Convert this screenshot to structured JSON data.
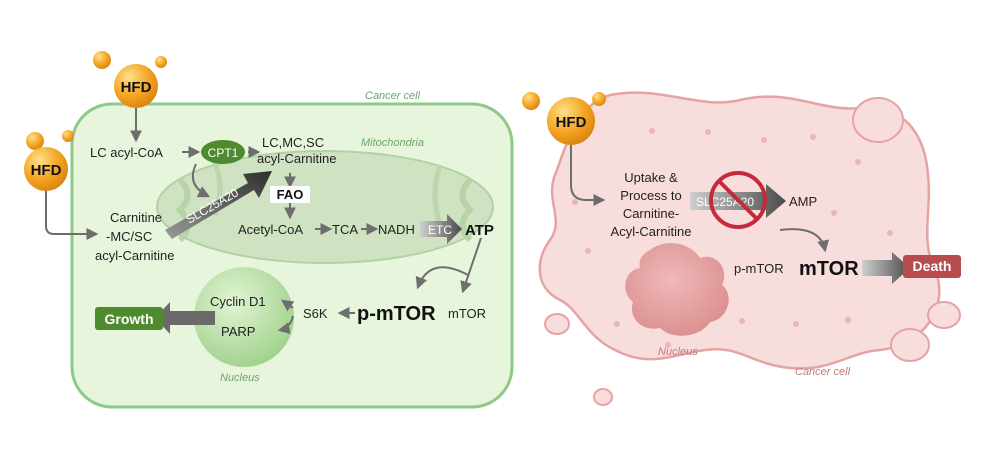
{
  "left_panel": {
    "cell_label": "Cancer cell",
    "mito_label": "Mitochondria",
    "nucleus_label": "Nucleus",
    "hfd_top": "HFD",
    "hfd_left": "HFD",
    "lc_acyl_coa": "LC acyl-CoA",
    "cpt1": "CPT1",
    "acyl_carnitine_1": "LC,MC,SC",
    "acyl_carnitine_2": "acyl-Carnitine",
    "carnitine_1": "Carnitine",
    "carnitine_2": "-MC/SC",
    "carnitine_3": "acyl-Carnitine",
    "slc25a20": "SLC25A20",
    "fao": "FAO",
    "acetyl_coa": "Acetyl-CoA",
    "tca": "TCA",
    "nadh": "NADH",
    "etc": "ETC",
    "atp": "ATP",
    "mtor": "mTOR",
    "p_mtor": "p-mTOR",
    "s6k": "S6K",
    "cyclin_d1": "Cyclin D1",
    "parp": "PARP",
    "growth": "Growth"
  },
  "right_panel": {
    "cell_label": "Cancer cell",
    "nucleus_label": "Nucleus",
    "hfd": "HFD",
    "uptake_1": "Uptake &",
    "uptake_2": "Process to",
    "uptake_3": "Carnitine-",
    "uptake_4": "Acyl-Carnitine",
    "slc25a20": "SLC25A20",
    "amp": "AMP",
    "p_mtor": "p-mTOR",
    "mtor": "mTOR",
    "death": "Death"
  },
  "colors": {
    "hfd_orange": "#f3a321",
    "cell_green_fill": "#e6f5dc",
    "cell_green_stroke": "#8fc98a",
    "mito_fill": "#cfe3c2",
    "dark_green": "#4e8a2e",
    "cell_pink_fill": "#f8dddd",
    "cell_pink_stroke": "#e6a3a3",
    "death_red": "#b84c4c",
    "arrow_grey": "#6e6e6e",
    "inhibit_red": "#c42a3a"
  }
}
